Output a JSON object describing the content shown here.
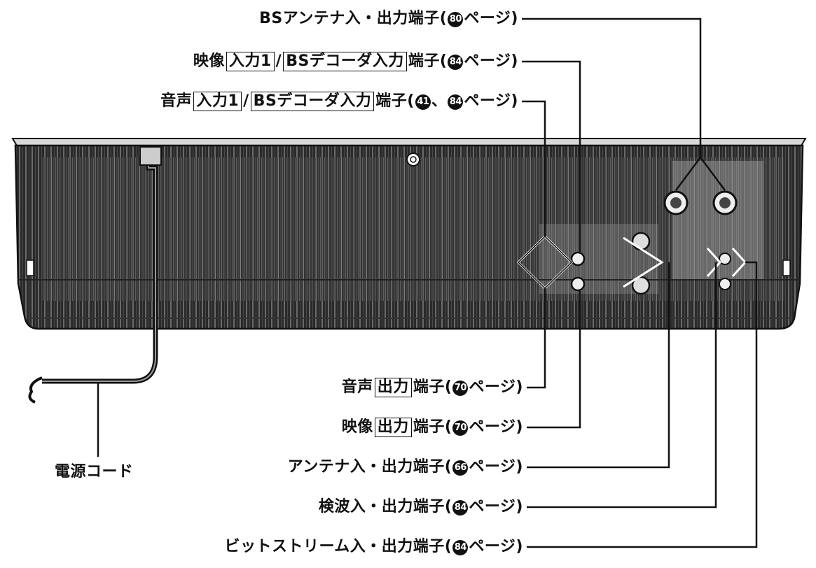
{
  "labels": {
    "bs_antenna": {
      "text": "BSアンテナ入・出力端子(",
      "num": "80",
      "suffix": "ページ)"
    },
    "video_in1": {
      "pre": "映像",
      "box1": "入力1",
      "sep": "/",
      "box2": "BSデコーダ入力",
      "mid": "端子(",
      "num": "84",
      "suffix": "ページ)"
    },
    "audio_in1": {
      "pre": "音声",
      "box1": "入力1",
      "sep": "/",
      "box2": "BSデコーダ入力",
      "mid": "端子(",
      "num1": "41",
      "comma": "、",
      "num2": "84",
      "suffix": "ページ)"
    },
    "audio_out": {
      "pre": "音声",
      "box": "出力",
      "mid": "端子(",
      "num": "70",
      "suffix": "ページ)"
    },
    "video_out": {
      "pre": "映像",
      "box": "出力",
      "mid": "端子(",
      "num": "70",
      "suffix": "ページ)"
    },
    "antenna": {
      "text": "アンテナ入・出力端子(",
      "num": "66",
      "suffix": "ページ)"
    },
    "detect": {
      "text": "検波入・出力端子(",
      "num": "84",
      "suffix": "ページ)"
    },
    "bitstream": {
      "text": "ビットストリーム入・出力端子(",
      "num": "84",
      "suffix": "ページ)"
    },
    "power_cord": "電源コード"
  }
}
